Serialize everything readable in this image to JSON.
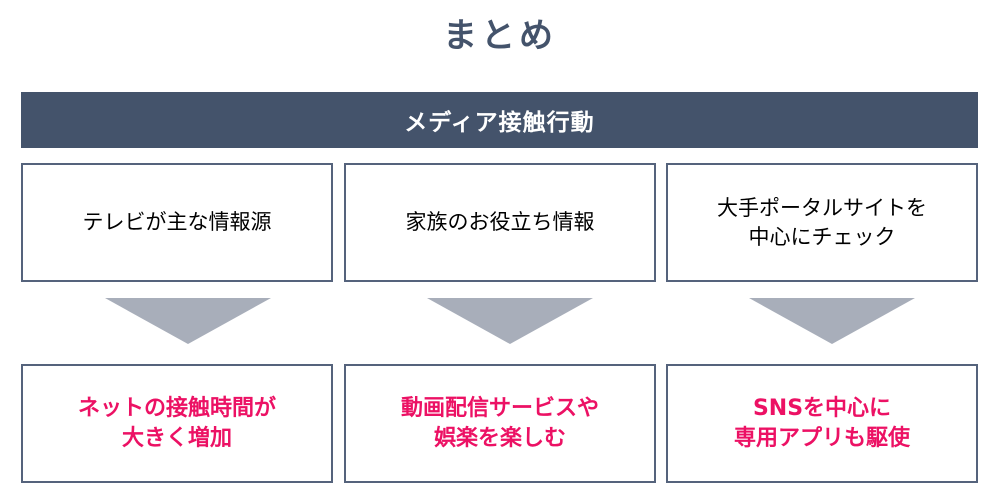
{
  "slide": {
    "title": "まとめ",
    "title_color": "#44536B",
    "background": "#ffffff"
  },
  "header": {
    "label": "メディア接触行動",
    "background": "#44536B",
    "text_color": "#ffffff"
  },
  "columns": [
    {
      "id": "column-tv",
      "before": "テレビが主な情報源",
      "arrow": "down-arrow",
      "after": "ネットの接触時間が\n大きく増加"
    },
    {
      "id": "column-family",
      "before": "家族のお役立ち情報",
      "arrow": "down-arrow",
      "after": "動画配信サービスや\n娯楽を楽しむ"
    },
    {
      "id": "column-portal",
      "before": "大手ポータルサイトを\n中心にチェック",
      "arrow": "down-arrow",
      "after": "SNSを中心に\n専用アプリも駆使"
    }
  ],
  "colors": {
    "accent_dark": "#44536B",
    "box_border": "#55637C",
    "arrow_fill": "#A8AEBA",
    "highlight_text": "#EC1164",
    "body_text": "#000000"
  }
}
